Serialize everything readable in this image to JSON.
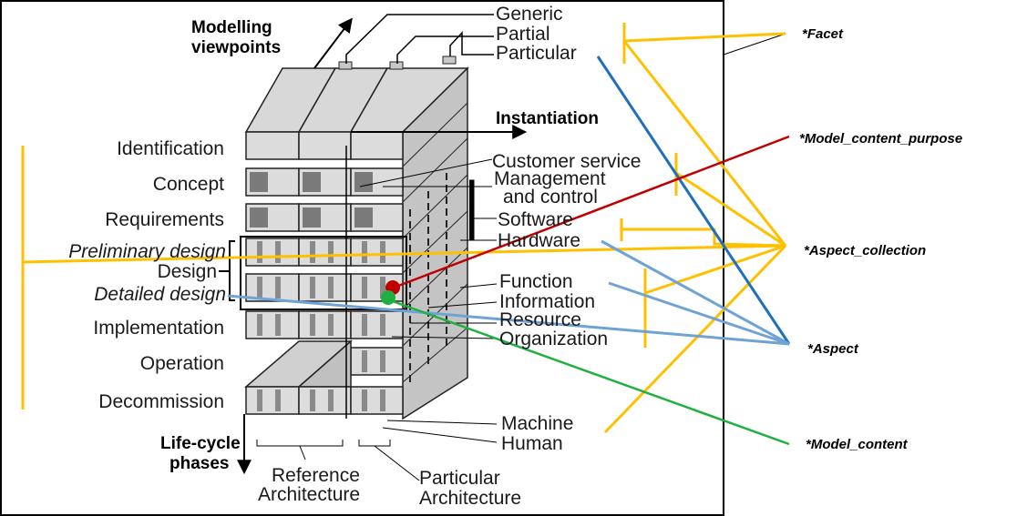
{
  "viewpoints": {
    "heading_line1": "Modelling",
    "heading_line2": "viewpoints",
    "generic": "Generic",
    "partial": "Partial",
    "particular": "Particular"
  },
  "instantiation": "Instantiation",
  "phases": {
    "identification": "Identification",
    "concept": "Concept",
    "requirements": "Requirements",
    "preliminary_design": "Preliminary design",
    "design": "Design",
    "detailed_design": "Detailed design",
    "implementation": "Implementation",
    "operation": "Operation",
    "decommission": "Decommission",
    "heading_line1": "Life-cycle",
    "heading_line2": "phases"
  },
  "views": {
    "customer_service": "Customer service",
    "management_line1": "Management",
    "management_line2": "and control",
    "software": "Software",
    "hardware": "Hardware",
    "function": "Function",
    "information": "Information",
    "resource": "Resource",
    "organization": "Organization",
    "machine": "Machine",
    "human": "Human"
  },
  "architectures": {
    "reference_line1": "Reference",
    "reference_line2": "Architecture",
    "particular_line1": "Particular",
    "particular_line2": "Architecture"
  },
  "categories": {
    "facet": "*Facet",
    "model_content_purpose": "*Model_content_purpose",
    "aspect_collection": "*Aspect_collection",
    "aspect": "*Aspect",
    "model_content": "*Model_content"
  },
  "colors": {
    "yellow": "#ffc000",
    "blue": "#1f6fbf",
    "light_blue": "#6fa3d6",
    "red": "#c00000",
    "green": "#20b040"
  }
}
